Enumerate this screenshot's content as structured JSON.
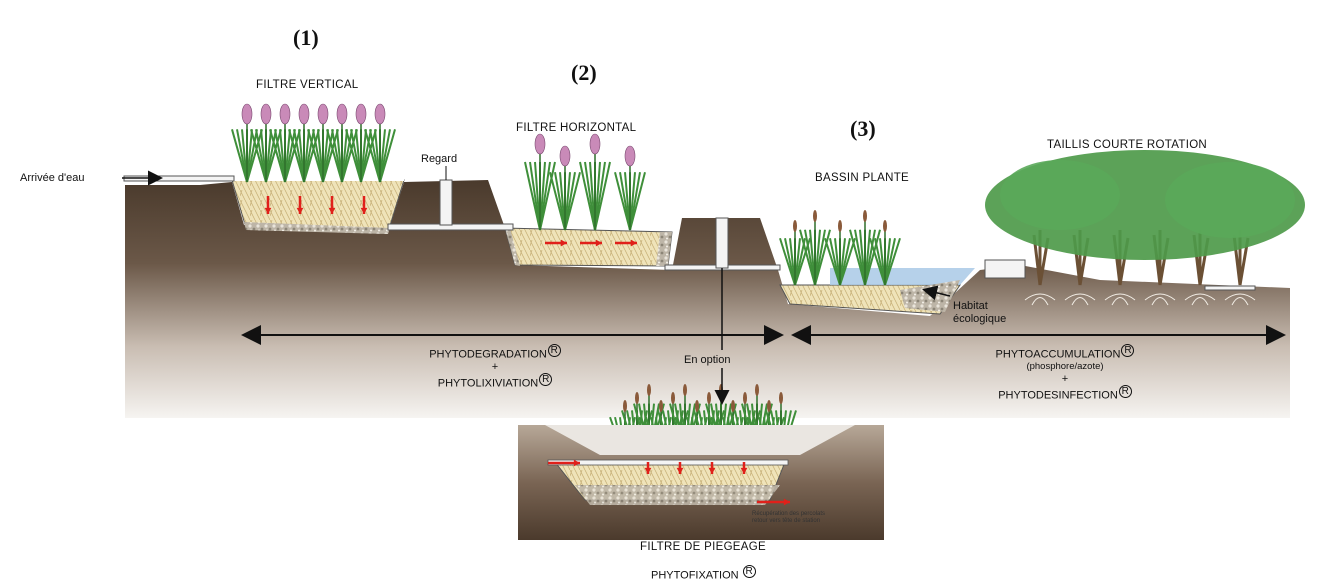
{
  "stages": {
    "vertical": {
      "number": "(1)",
      "title": "FILTRE VERTICAL"
    },
    "horizontal": {
      "number": "(2)",
      "title": "FILTRE HORIZONTAL"
    },
    "basin": {
      "number": "(3)",
      "title": "BASSIN PLANTE"
    },
    "taillis": {
      "title": "TAILLIS COURTE ROTATION"
    },
    "trap": {
      "title": "FILTRE DE PIEGEAGE",
      "process": "PHYTOFIXATION"
    }
  },
  "labels": {
    "inlet": "Arrivée d'eau",
    "regard": "Regard",
    "habitat_line1": "Habitat",
    "habitat_line2": "écologique",
    "option": "En option",
    "recovery_line1": "Récupération des percolats",
    "recovery_line2": "retour vers tête de station"
  },
  "processes": {
    "left_line1": "PHYTODEGRADATION",
    "plus": "+",
    "left_line2": "PHYTOLIXIVIATION",
    "right_line1": "PHYTOACCUMULATION",
    "right_note": "(phosphore/azote)",
    "right_line2": "PHYTODESINFECTION",
    "reg_mark": "R"
  },
  "colors": {
    "soil_dark": "#4a3a2c",
    "soil_light": "#f3f0ec",
    "gravel": "#c9c1b3",
    "roots": "#e8d9a8",
    "reed_green": "#3f8f3a",
    "tree_green": "#4e9a4a",
    "flower_pink": "#c98ab8",
    "flow_arrow": "#e0201a",
    "water": "#a9c9e6"
  }
}
